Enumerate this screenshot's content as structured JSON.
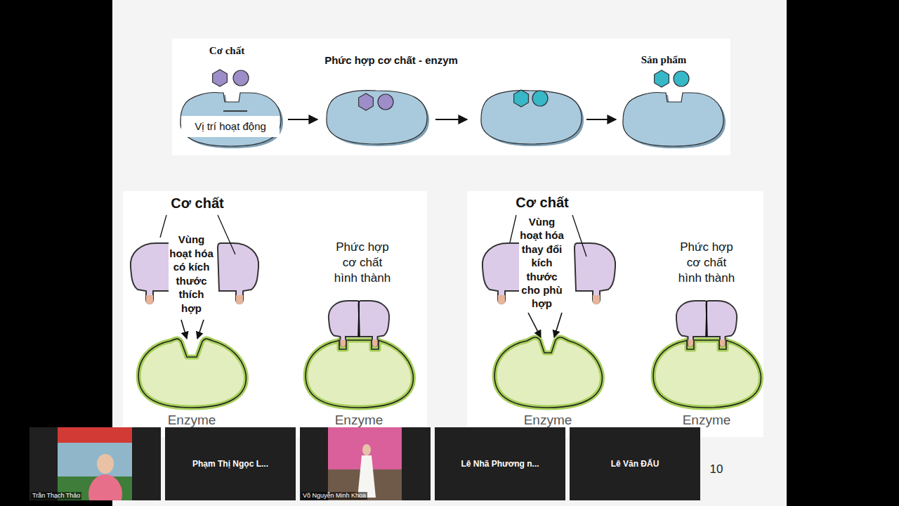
{
  "diagram": {
    "nodes": [
      {
        "text": [
          "Enzyme"
        ]
      },
      {
        "text": [
          "Enzyme"
        ]
      },
      {
        "text": [
          "Enzyme"
        ]
      },
      {
        "text": [
          "Enzyme"
        ]
      },
      {
        "text": [
          "Trần Thạch Thảo"
        ]
      },
      {
        "text": [
          "Phạm Thị Ngọc L..."
        ]
      },
      {
        "text": [
          "Võ Nguyễn Minh Khoa"
        ]
      },
      {
        "text": [
          "Lê Nhã Phương n..."
        ]
      },
      {
        "text": [
          "Lê Văn ĐẤU"
        ]
      }
    ],
    "labels": [
      "Cơ chất",
      "Phức hợp cơ chất - enzym",
      "Sản phẩm",
      "Vị trí hoạt động",
      "Cơ chất",
      "Vùng hoạt hóa có kích thước thích hợp",
      "Phức hợp cơ chất hình thành",
      "Cơ chất",
      "Vùng hoạt hóa thay đổi kích thước cho phù hợp",
      "Phức hợp cơ chất hình thành",
      "10"
    ]
  }
}
